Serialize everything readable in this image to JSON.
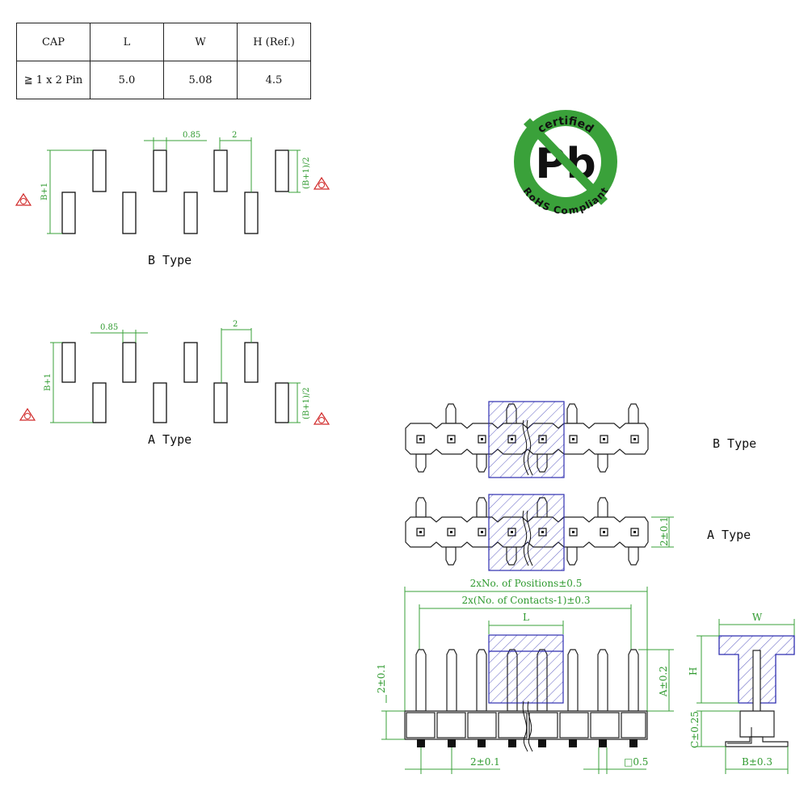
{
  "cap_table": {
    "headers": [
      "CAP",
      "L",
      "W",
      "H (Ref.)"
    ],
    "row": [
      "≧ 1 x 2 Pin",
      "5.0",
      "5.08",
      "4.5"
    ]
  },
  "footprint_b": {
    "title": "B Type",
    "dim_pitch": "0.85",
    "dim_spacing": "2",
    "dim_height": "B+1",
    "dim_half": "(B+1)/2"
  },
  "footprint_a": {
    "title": "A Type",
    "dim_pitch": "0.85",
    "dim_spacing": "2",
    "dim_height": "B+1",
    "dim_half": "(B+1)/2"
  },
  "rohs_badge": {
    "top_text": "certified",
    "center_text": "Pb",
    "bottom_text": "RoHS Compliant"
  },
  "side_views": {
    "b_label": "B Type",
    "a_label": "A Type",
    "a_height": "2±0.1"
  },
  "front_view": {
    "positions": "2xNo. of Positions±0.5",
    "contacts": "2x(No. of Contacts-1)±0.3",
    "length": "L",
    "left_height": "2±0.1",
    "pin_a": "A±0.2",
    "pitch": "2±0.1",
    "square": "□0.5"
  },
  "end_view": {
    "width": "W",
    "height": "H",
    "c_dim": "C±0.25",
    "b_dim": "B±0.3"
  },
  "colors": {
    "dimension": "#3aa13a",
    "hatch": "#2e2eb0",
    "rohs_green": "#3aa13a",
    "warning": "#d12a2a"
  }
}
